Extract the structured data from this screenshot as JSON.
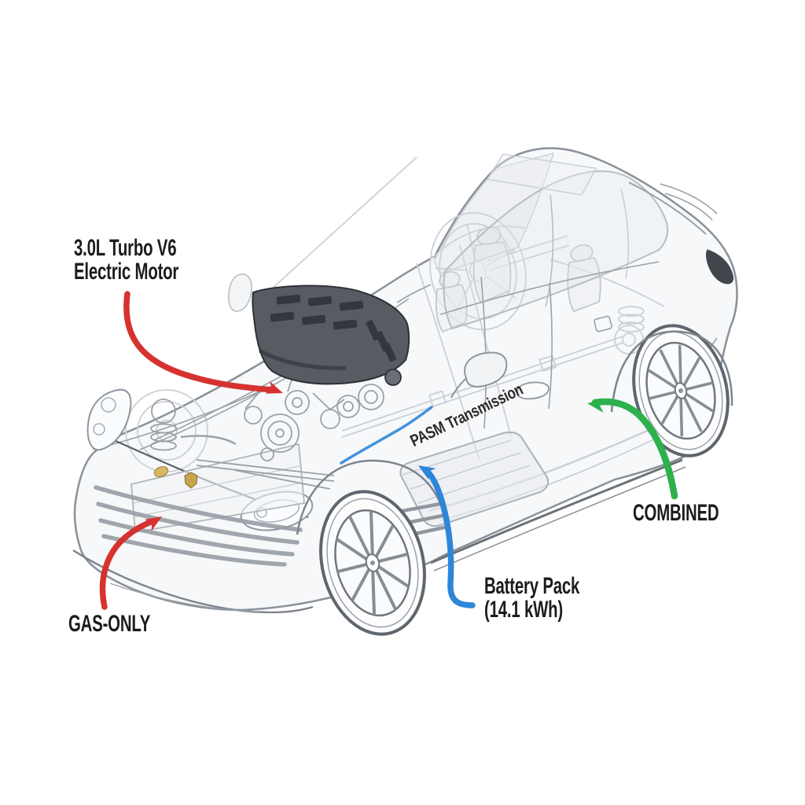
{
  "diagram": {
    "labels": {
      "engine": {
        "line1": "3.0L Turbo V6",
        "line2": "Electric Motor"
      },
      "transmission": "PASM Transmission",
      "battery": {
        "line1": "Battery Pack",
        "line2": "(14.1 kWh)"
      },
      "combined": "COMBINED",
      "gas_only": "GAS-ONLY"
    },
    "colors": {
      "red_arrow": "#d63230",
      "blue_arrow": "#2e86d8",
      "green_arrow": "#2db14d",
      "label_text": "#1c1c1c"
    }
  }
}
